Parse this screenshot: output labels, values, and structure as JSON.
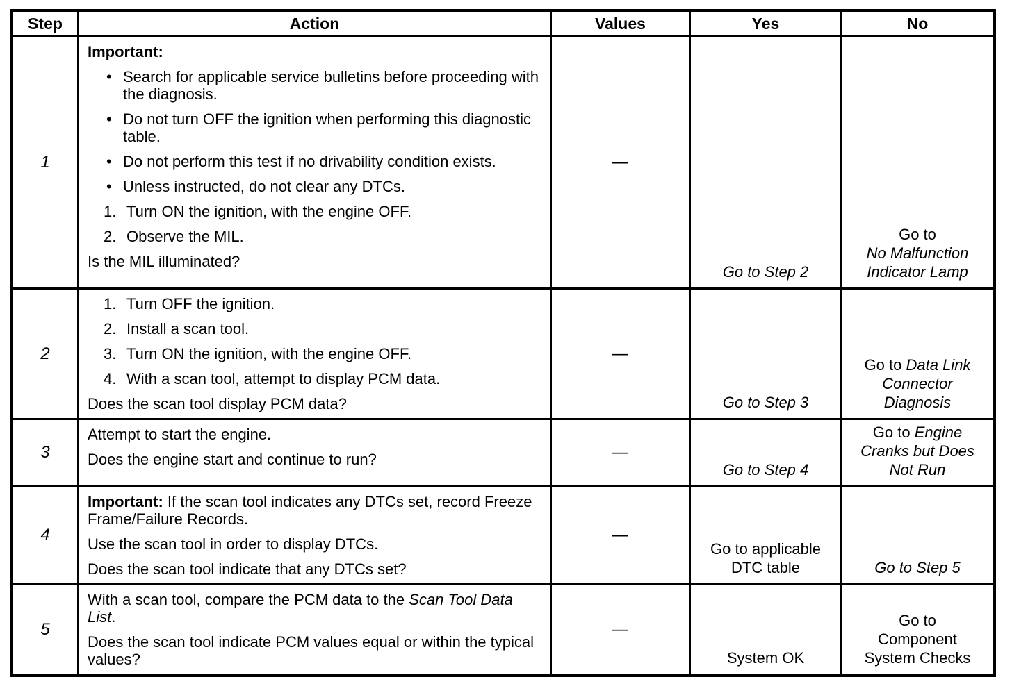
{
  "glyphs": {
    "bullet": "•"
  },
  "columns": {
    "step": "Step",
    "action": "Action",
    "values": "Values",
    "yes": "Yes",
    "no": "No"
  },
  "rows": [
    {
      "step": "1",
      "important": "Important:",
      "bullets": [
        "Search for applicable service bulletins before proceeding with the diagnosis.",
        "Do not turn OFF the ignition when performing this diagnostic table.",
        "Do not perform this test if no drivability condition exists.",
        "Unless instructed, do not clear any DTCs."
      ],
      "numbered": [
        {
          "num": "1.",
          "text": "Turn ON the ignition, with the engine OFF."
        },
        {
          "num": "2.",
          "text": "Observe the MIL."
        }
      ],
      "question": "Is the MIL illuminated?",
      "values": "—",
      "yes": "Go to Step 2",
      "no_prefix": "Go to",
      "no_italic": "No Malfunction Indicator Lamp"
    },
    {
      "step": "2",
      "numbered": [
        {
          "num": "1.",
          "text": "Turn OFF the ignition."
        },
        {
          "num": "2.",
          "text": "Install a scan tool."
        },
        {
          "num": "3.",
          "text": "Turn ON the ignition, with the engine OFF."
        },
        {
          "num": "4.",
          "text": "With a scan tool, attempt to display PCM data."
        }
      ],
      "question": "Does the scan tool display PCM data?",
      "values": "—",
      "yes": "Go to Step 3",
      "no_prefix": "Go to ",
      "no_italic": "Data Link Connector Diagnosis"
    },
    {
      "step": "3",
      "lead": "Attempt to start the engine.",
      "question": "Does the engine start and continue to run?",
      "values": "—",
      "yes": "Go to Step 4",
      "no_prefix": "Go to ",
      "no_italic": "Engine Cranks but Does Not Run"
    },
    {
      "step": "4",
      "important": "Important:",
      "important_rest": " If the scan tool indicates any DTCs set, record Freeze Frame/Failure Records.",
      "lead": "Use the scan tool in order to display DTCs.",
      "question": "Does the scan tool indicate that any DTCs set?",
      "values": "—",
      "yes": "Go to applicable DTC table",
      "no": "Go to Step 5"
    },
    {
      "step": "5",
      "lead_start": "With a scan tool, compare the PCM data to the ",
      "lead_italic": "Scan Tool Data List",
      "lead_end": ".",
      "question": "Does the scan tool indicate PCM values equal or within the typical values?",
      "values": "—",
      "yes": "System OK",
      "no_lines": [
        "Go to",
        "Component",
        "System Checks"
      ]
    }
  ]
}
